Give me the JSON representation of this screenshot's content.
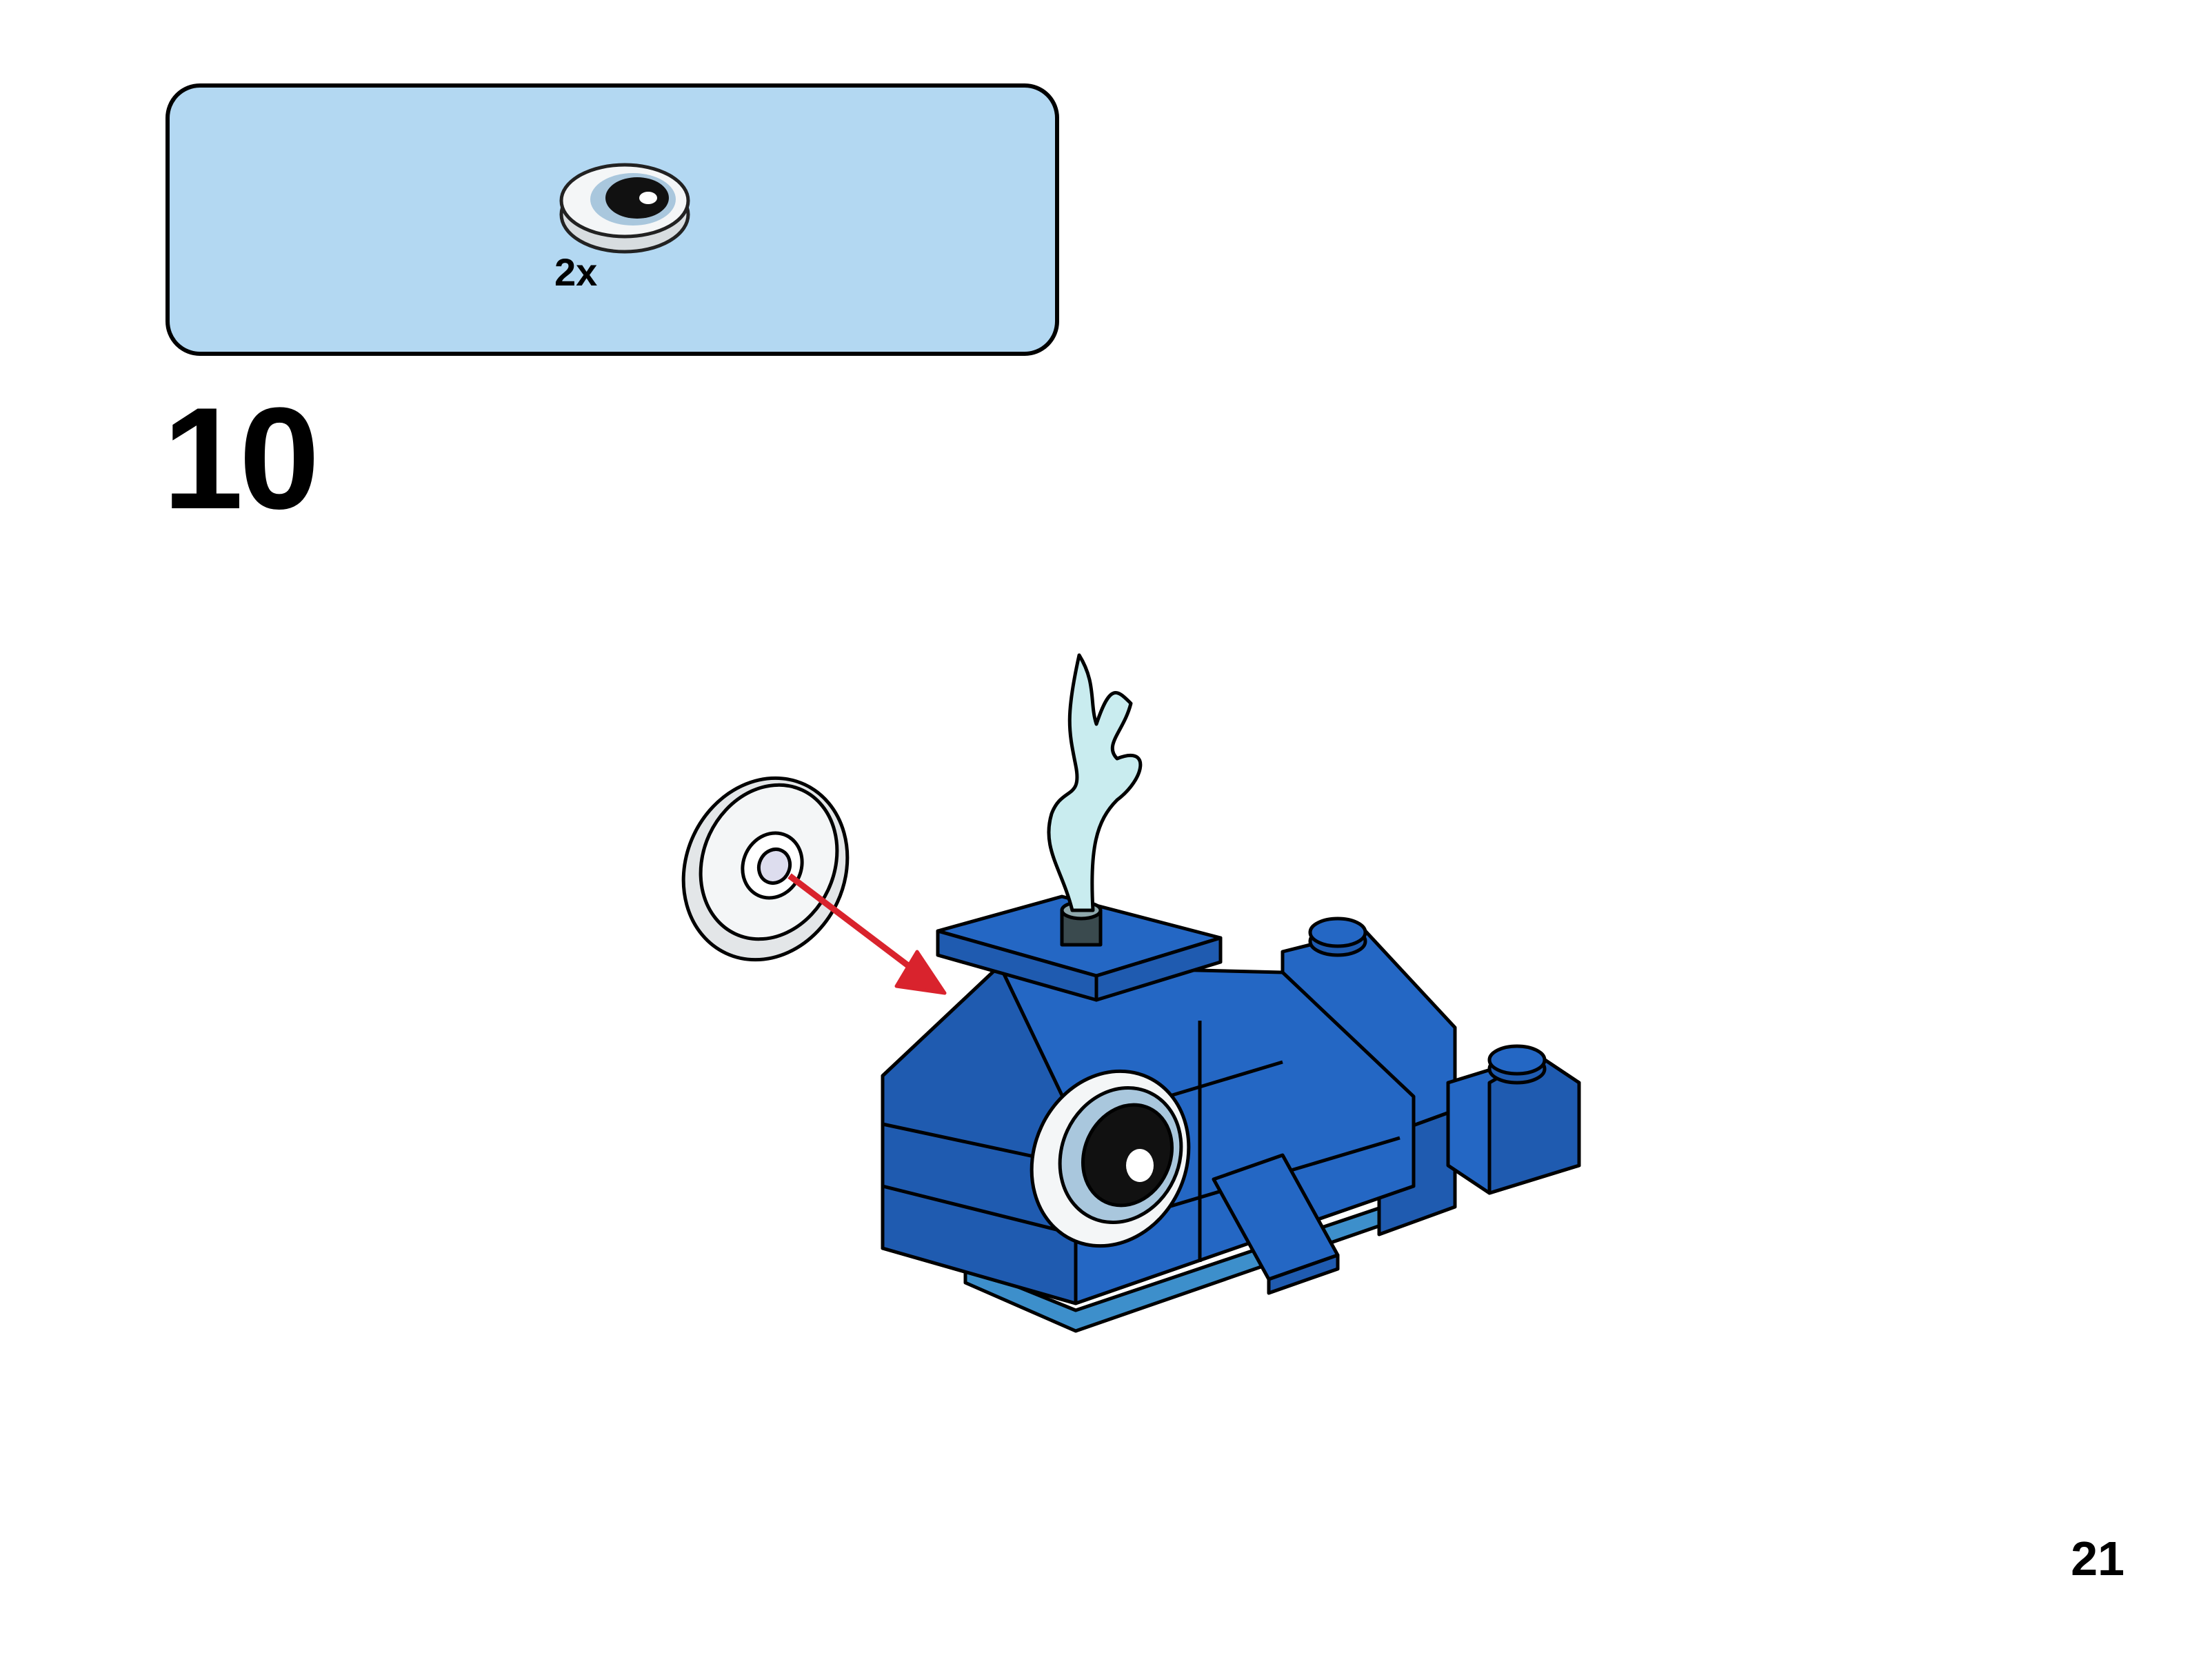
{
  "parts_callout": {
    "part_name_icon": "round-tile-eye-icon",
    "quantity": "2x"
  },
  "step": {
    "number": "10"
  },
  "page": {
    "number": "21"
  },
  "colors": {
    "callout_bg": "#b3d8f2",
    "whale_blue": "#2467c4",
    "whale_dark_blue": "#1f5bb0",
    "whale_belly": "#3d8fcb",
    "water_spout": "#c9ecef",
    "arrow_red": "#d9232d"
  }
}
